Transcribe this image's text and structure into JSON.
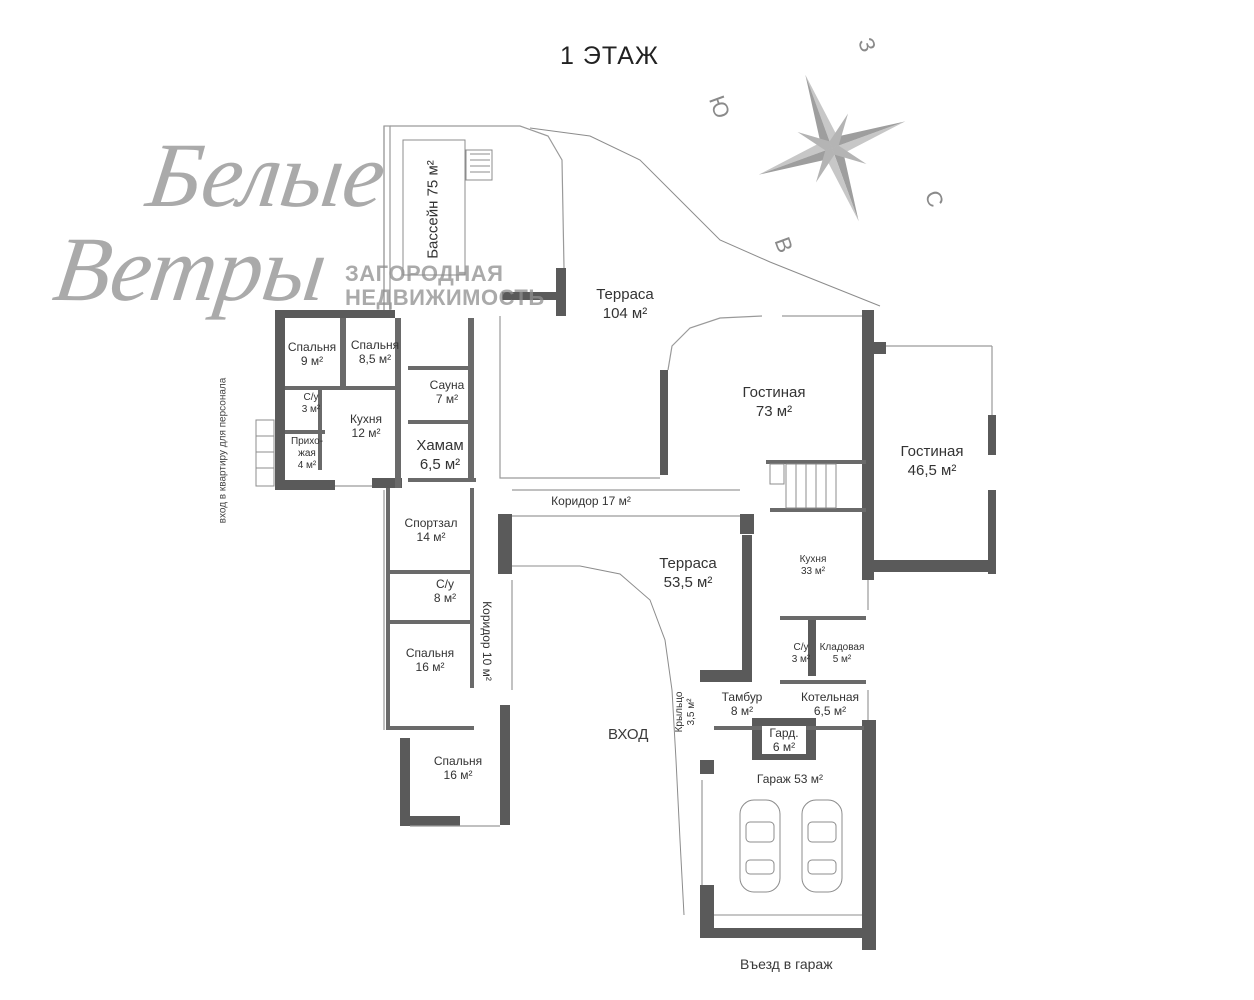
{
  "floor_title": "1 ЭТАЖ",
  "compass": {
    "west": "З",
    "south": "Ю",
    "east": "В",
    "north": "С"
  },
  "logo": {
    "script_line1": "Белые",
    "script_line2": "Ветры",
    "sub_line1": "ЗАГОРОДНАЯ",
    "sub_line2": "НЕДВИЖИМОСТЬ"
  },
  "rooms": {
    "pool": {
      "name": "Бассейн",
      "area": "75 м²"
    },
    "terrace_top": {
      "name": "Терраса",
      "area": "104 м²"
    },
    "living_73": {
      "name": "Гостиная",
      "area": "73 м²"
    },
    "living_46": {
      "name": "Гостиная",
      "area": "46,5 м²"
    },
    "bedroom_9": {
      "name": "Спальня",
      "area": "9 м²"
    },
    "bedroom_8": {
      "name": "Спальня",
      "area": "8,5 м²"
    },
    "wc_3a": {
      "name": "С/у",
      "area": "3 м²"
    },
    "kitchen_12": {
      "name": "Кухня",
      "area": "12 м²"
    },
    "sauna": {
      "name": "Сауна",
      "area": "7 м²"
    },
    "hall_4": {
      "name": "Прихо-",
      "name2": "жая",
      "area": "4 м²"
    },
    "hamam": {
      "name": "Хамам",
      "area": "6,5 м²"
    },
    "corridor_17": {
      "name": "Коридор 17 м²"
    },
    "gym": {
      "name": "Спортзал",
      "area": "14 м²"
    },
    "wc_8": {
      "name": "С/у",
      "area": "8 м²"
    },
    "corridor_10": {
      "name": "Коридор 10 м²"
    },
    "bedroom_16a": {
      "name": "Спальня",
      "area": "16 м²"
    },
    "bedroom_16b": {
      "name": "Спальня",
      "area": "16 м²"
    },
    "terrace_mid": {
      "name": "Терраса",
      "area": "53,5 м²"
    },
    "kitchen_33": {
      "name": "Кухня",
      "area": "33 м²"
    },
    "wc_3b": {
      "name": "С/у",
      "area": "3 м²"
    },
    "pantry": {
      "name": "Кладовая",
      "area": "5 м²"
    },
    "porch": {
      "name": "Крыльцо",
      "area": "3,5 м²"
    },
    "vestibule": {
      "name": "Тамбур",
      "area": "8 м²"
    },
    "boiler": {
      "name": "Котельная",
      "area": "6,5 м²"
    },
    "wardrobe": {
      "name": "Гард.",
      "area": "6 м²"
    },
    "garage": {
      "name": "Гараж 53 м²"
    }
  },
  "labels": {
    "entrance": "ВХОД",
    "garage_entry": "Въезд в гараж",
    "personnel_entry": "вход в квартиру для персонала"
  }
}
